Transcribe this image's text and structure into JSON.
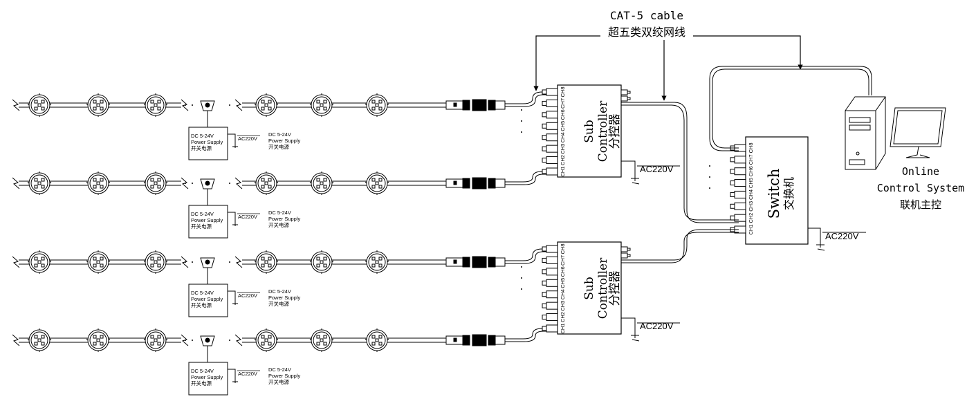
{
  "cable": {
    "label_en": "CAT-5 cable",
    "label_cn": "超五类双绞网线"
  },
  "power_supply": {
    "line1": "DC  5-24V",
    "line2": "Power Supply",
    "line3": "开关电源",
    "ac_small": "AC220V"
  },
  "sub_controller": {
    "title_en_1": "Sub",
    "title_en_2": "Controller",
    "title_cn": "分控器",
    "ac_label": "AC220V",
    "channels": [
      "CH1",
      "CH2",
      "CH3",
      "CH4",
      "CH5",
      "CH6",
      "CH7",
      "CH8"
    ]
  },
  "switch": {
    "title_en": "Switch",
    "title_cn": "交换机",
    "ac_label": "AC220V",
    "channels": [
      "CH1",
      "CH2",
      "CH3",
      "CH4",
      "CH5",
      "CH6",
      "CH7",
      "CH8"
    ]
  },
  "computer": {
    "line1": "Online",
    "line2": "Control System",
    "line3": "联机主控"
  },
  "icons": {
    "pixel_node": "pixel-node-icon",
    "power_supply": "power-supply-icon",
    "computer": "computer-icon",
    "monitor": "monitor-icon",
    "ac_plug": "ac-plug-icon"
  }
}
